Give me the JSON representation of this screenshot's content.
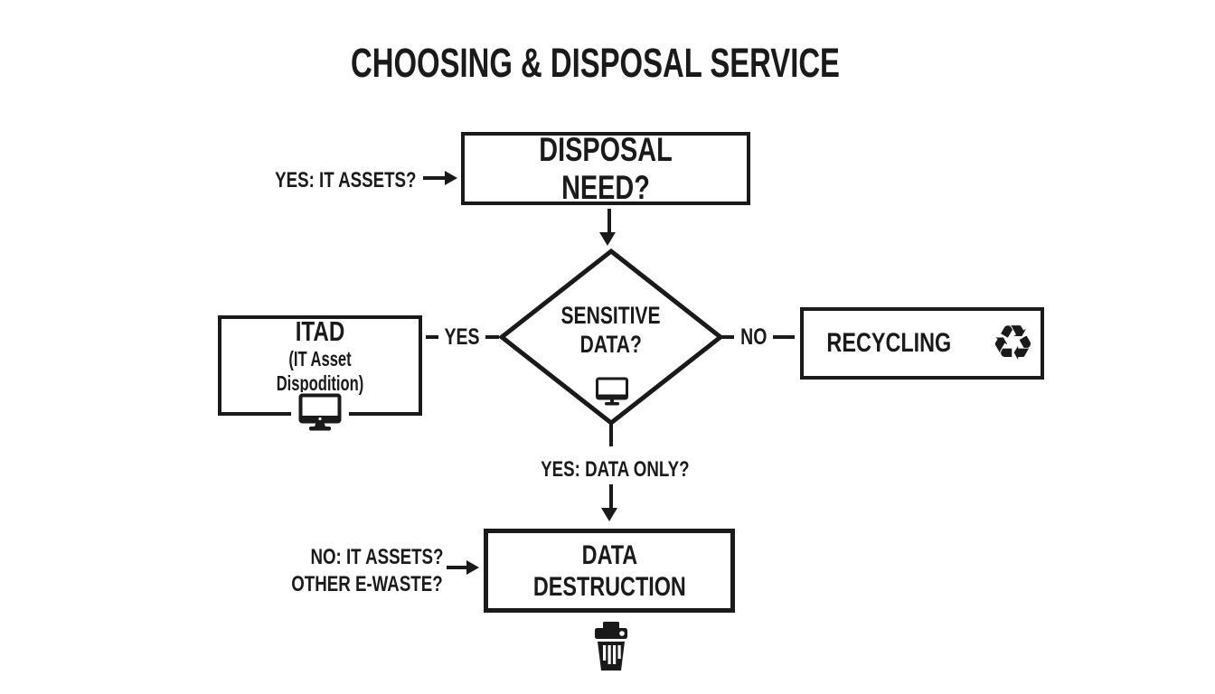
{
  "colors": {
    "ink": "#1a1a1a",
    "background": "#ffffff"
  },
  "diagram": {
    "title": "CHOOSING & DISPOSAL SERVICE",
    "nodes": {
      "disposal_need": {
        "label": "DISPOSAL NEED?"
      },
      "sensitive_data": {
        "line1": "SENSITIVE",
        "line2": "DATA?",
        "icon": "monitor-icon"
      },
      "itad": {
        "title": "ITAD",
        "subtitle": "(IT Asset Dispodition)",
        "icon": "monitor-icon"
      },
      "recycling": {
        "label": "RECYCLING",
        "icon": "recycle-icon",
        "icon_glyph": "♻"
      },
      "data_destruction": {
        "line1": "DATA",
        "line2": "DESTRUCTION",
        "icon": "trash-icon"
      }
    },
    "edges": {
      "to_disposal_need": {
        "label": "YES: IT ASSETS?"
      },
      "sensitive_yes": {
        "label": "YES"
      },
      "sensitive_no": {
        "label": "NO"
      },
      "sensitive_down": {
        "label": "YES: DATA ONLY?"
      },
      "to_data_destruction": {
        "line1": "NO: IT ASSETS?",
        "line2": "OTHER E-WASTE?"
      }
    }
  }
}
